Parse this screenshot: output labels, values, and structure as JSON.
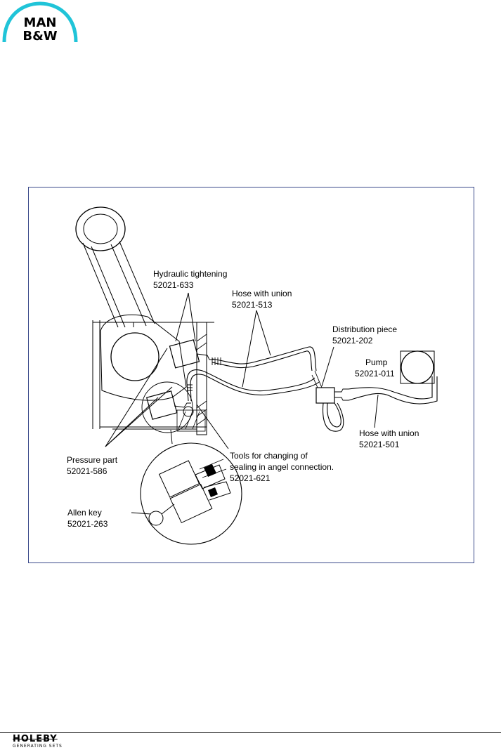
{
  "header": {
    "logo_line1": "MAN",
    "logo_line2": "B&W",
    "logo_color": "#20c4d8"
  },
  "figure": {
    "frame_color": "#3a4a8a",
    "labels": {
      "hydraulic_name": "Hydraulic tightening",
      "hydraulic_code": "52021-633",
      "hose1_name": "Hose with union",
      "hose1_code": "52021-513",
      "distribution_name": "Distribution piece",
      "distribution_code": "52021-202",
      "pump_name": "Pump",
      "pump_code": "52021-011",
      "hose2_name": "Hose with union",
      "hose2_code": "52021-501",
      "pressure_name": "Pressure part",
      "pressure_code": "52021-586",
      "tools_line1": "Tools for changing of",
      "tools_line2": "sealing in angel connection.",
      "tools_code": "52021-621",
      "allen_name": "Allen key",
      "allen_code": "52021-263"
    }
  },
  "footer": {
    "brand": "HOLEBY",
    "brand_sub": "GENERATING SETS"
  }
}
